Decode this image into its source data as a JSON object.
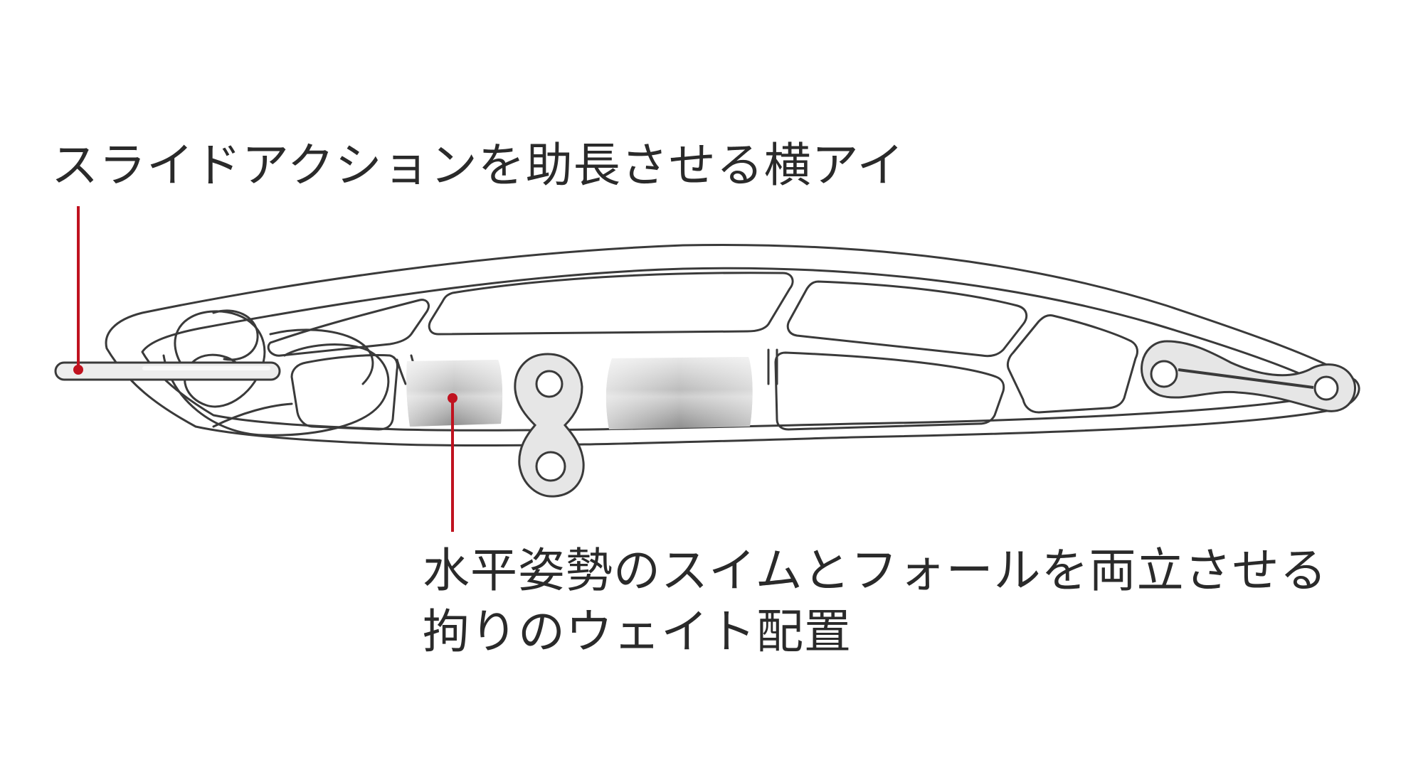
{
  "callouts": {
    "line_eye": "スライドアクションを助長させる横アイ",
    "weight_line1": "水平姿勢のスイムとフォールを両立させる",
    "weight_line2": "拘りのウェイト配置"
  },
  "colors": {
    "outline": "#3a3a3a",
    "leader": "#c0121f",
    "text": "#2a2a2a",
    "weight_light": "#f2f2f2",
    "weight_dark": "#9a9a9a"
  }
}
